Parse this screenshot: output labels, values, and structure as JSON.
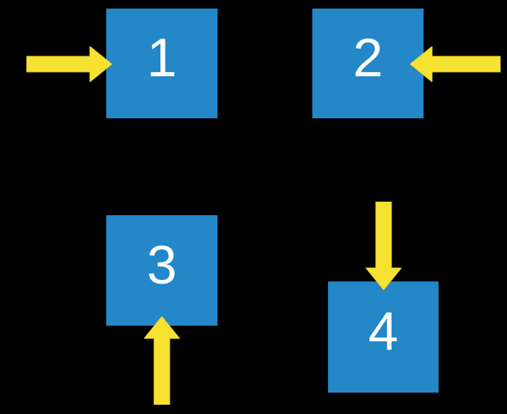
{
  "colors": {
    "background": "#000000",
    "square_blue": "#2387C8",
    "arrow_yellow": "#F7E232",
    "arrow_edge": "#DCC92E",
    "number_white": "#FFFFFF"
  },
  "squares": [
    {
      "label": "1",
      "arrow": {
        "points": "right",
        "enters_from": "left-side"
      }
    },
    {
      "label": "2",
      "arrow": {
        "points": "left",
        "enters_from": "right-side"
      }
    },
    {
      "label": "3",
      "arrow": {
        "points": "up",
        "enters_from": "bottom-side"
      }
    },
    {
      "label": "4",
      "arrow": {
        "points": "down",
        "enters_from": "top-side"
      }
    }
  ]
}
